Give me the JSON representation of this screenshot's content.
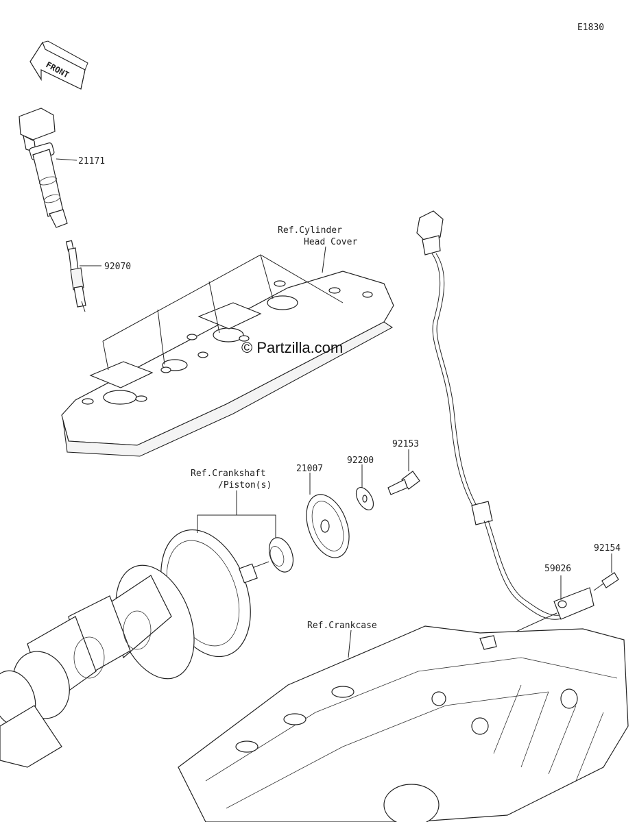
{
  "diagram_code": "E1830",
  "front_label": "FRONT",
  "watermark": "© Partzilla.com",
  "parts": {
    "ignition_coil": "21171",
    "spark_plug": "92070",
    "socket_bolt": "92153",
    "washer": "92200",
    "rotor": "21007",
    "bolt_small": "92154",
    "sensor": "59026"
  },
  "references": {
    "cylinder_head_cover_1": "Ref.Cylinder",
    "cylinder_head_cover_2": "Head Cover",
    "crankshaft_1": "Ref.Crankshaft",
    "crankshaft_2": "/Piston(s)",
    "crankcase": "Ref.Crankcase"
  }
}
